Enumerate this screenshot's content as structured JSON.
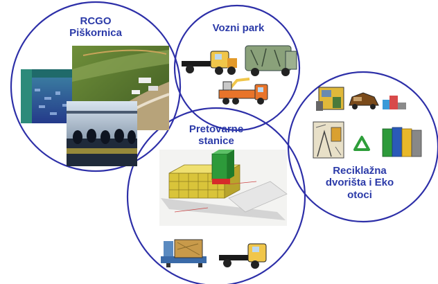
{
  "colors": {
    "circle_stroke": "#2d2fa8",
    "label_text": "#2b3aa8",
    "recycle_green": "#2e9e3a"
  },
  "circles": [
    {
      "id": "rcgo",
      "title_lines": [
        "RCGO",
        "Piškornica"
      ],
      "images": [
        "landfill-aerial-photo",
        "waste-pit-photo",
        "sorting-line-photo"
      ]
    },
    {
      "id": "vozni-park",
      "title_lines": [
        "Vozni park"
      ],
      "images": [
        "tow-truck-icon",
        "garbage-truck-icon",
        "crane-truck-icon"
      ]
    },
    {
      "id": "pretovarne-stanice",
      "title_lines": [
        "Pretovarne",
        "stanice"
      ],
      "images": [
        "transfer-station-diagram",
        "compactor-container-icon",
        "tow-truck-icon"
      ]
    },
    {
      "id": "reciklazna-dvorista",
      "title_lines": [
        "Reciklažna",
        "dvorišta i Eko",
        "otoci"
      ],
      "images": [
        "old-appliances-icon",
        "old-car-icon",
        "paint-cans-icon",
        "recycling-yard-icon",
        "recycle-symbol-icon",
        "recycling-bins-icon"
      ]
    }
  ]
}
